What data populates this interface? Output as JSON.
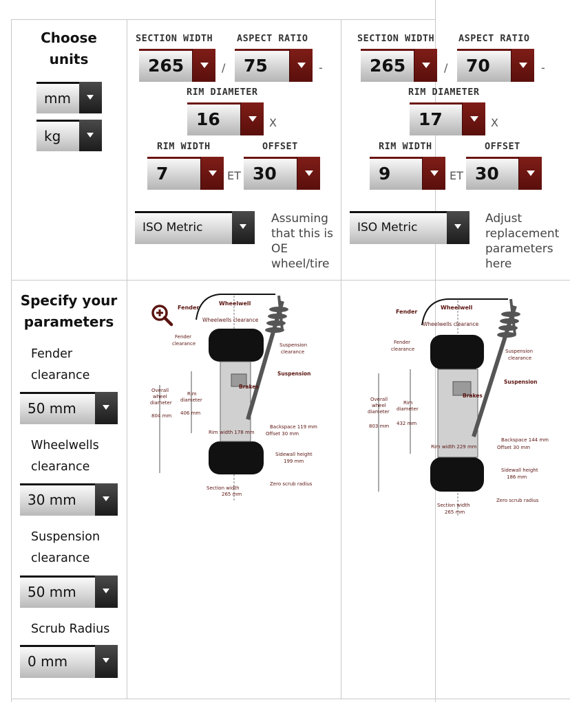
{
  "units_panel": {
    "title": "Choose units",
    "length_unit": "mm",
    "weight_unit": "kg"
  },
  "labels": {
    "section_width": "SECTION WIDTH",
    "aspect_ratio": "ASPECT RATIO",
    "rim_diameter": "RIM DIAMETER",
    "rim_width": "RIM WIDTH",
    "offset": "OFFSET",
    "sep_slash": "/",
    "sep_dash": "-",
    "sep_x": "X",
    "sep_et": "ET"
  },
  "oe_wheel": {
    "section_width": "265",
    "aspect_ratio": "75",
    "rim_diameter": "16",
    "rim_width": "7",
    "offset": "30",
    "standard": "ISO Metric",
    "note": "Assuming that this is OE wheel/tire"
  },
  "replacement_wheel": {
    "section_width": "265",
    "aspect_ratio": "70",
    "rim_diameter": "17",
    "rim_width": "9",
    "offset": "30",
    "standard": "ISO Metric",
    "note": "Adjust replacement parameters here"
  },
  "params_panel": {
    "title": "Specify your parameters",
    "fender_label": "Fender clearance",
    "fender_value": "50 mm",
    "wheelwells_label": "Wheelwells clearance",
    "wheelwells_value": "30 mm",
    "suspension_label": "Suspension clearance",
    "suspension_value": "50 mm",
    "scrub_label": "Scrub Radius",
    "scrub_value": "0 mm"
  },
  "diagram_labels": {
    "fender": "Fender",
    "wheelwell": "Wheelwell",
    "wheelwells_clearance": "Wheelwells clearance",
    "fender_clearance_1": "Fender",
    "fender_clearance_2": "clearance",
    "suspension_clearance_1": "Suspension",
    "suspension_clearance_2": "clearance",
    "suspension": "Suspension",
    "brakes": "Brakes",
    "overall_1": "Overall",
    "overall_2": "wheel",
    "overall_3": "diameter",
    "rim_1": "Rim",
    "rim_2": "diameter",
    "zero_scrub": "Zero scrub radius",
    "sidewall": "Sidewall height",
    "section_width_1": "Section width"
  },
  "diagram_oe": {
    "overall_diameter": "804 mm",
    "rim_diameter": "406 mm",
    "backspace": "Backspace 119 mm",
    "offset": "Offset 30 mm",
    "rim_width": "Rim width 178 mm",
    "sidewall_height": "199 mm",
    "section_width": "265 mm"
  },
  "diagram_rep": {
    "overall_diameter": "803 mm",
    "rim_diameter": "432 mm",
    "backspace": "Backspace 144 mm",
    "offset": "Offset 30 mm",
    "rim_width": "Rim width 229 mm",
    "sidewall_height": "186 mm",
    "section_width": "265 mm"
  },
  "colors": {
    "accent_dark_red": "#6b1512",
    "grid_line": "#c8c8c8",
    "diagram_text": "#5a1410"
  }
}
